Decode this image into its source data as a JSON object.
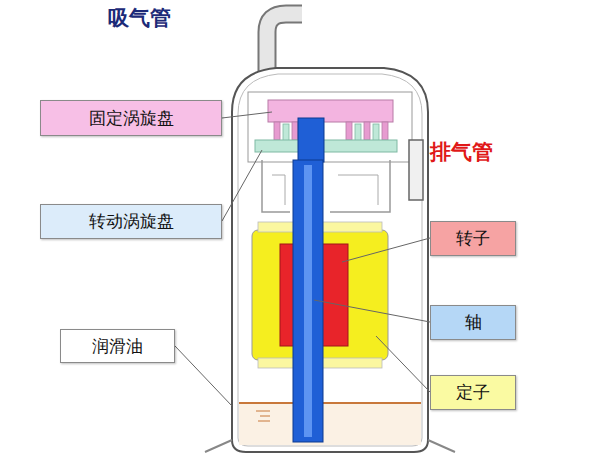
{
  "diagram": {
    "nodes": [
      {
        "text": [
          "固定涡旋盘"
        ]
      },
      {
        "text": [
          "转动涡旋盘"
        ]
      },
      {
        "text": [
          "转子"
        ]
      },
      {
        "text": [
          "轴"
        ]
      },
      {
        "text": [
          "润滑油"
        ]
      },
      {
        "text": [
          "定子"
        ]
      }
    ],
    "labels": [
      "吸气管",
      "排气管"
    ]
  }
}
